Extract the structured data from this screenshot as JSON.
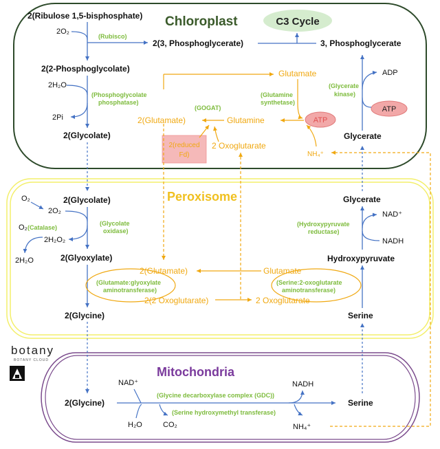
{
  "compartments": {
    "chloroplast": "Chloroplast",
    "c3_cycle": "C3 Cycle",
    "peroxisome": "Peroxisome",
    "mitochondria": "Mitochondria"
  },
  "logo": {
    "name": "botany",
    "sub": "BOTANY CLOUD"
  },
  "chloroplast": {
    "rubp": "2(Ribulose 1,5-bisphosphate)",
    "o2": "2O₂",
    "rubisco": "(Rubisco)",
    "pga2": "2(3, Phosphoglycerate)",
    "pga": "3, Phosphoglycerate",
    "p_glycolate": "2(2-Phosphoglycolate)",
    "h2o": "2H₂O",
    "pgp_1": "(Phosphoglycolate",
    "pgp_2": "phosphatase)",
    "pi": "2Pi",
    "glycolate": "2(Glycolate)",
    "glutamate_top": "Glutamate",
    "gs_1": "(Glutamine",
    "gs_2": "synthetase)",
    "gogat": "(GOGAT)",
    "glutamate2": "2(Glutamate)",
    "glutamine": "Glutamine",
    "atp1": "ATP",
    "fd_1": "2(reduced",
    "fd_2": "Fd)",
    "oxo": "2 Oxoglutarate",
    "nh4": "NH₄⁺",
    "gk_1": "(Glycerate",
    "gk_2": "kinase)",
    "adp": "ADP",
    "atp2": "ATP",
    "glycerate": "Glycerate"
  },
  "peroxisome": {
    "glycolate": "2(Glycolate)",
    "o2": "O₂",
    "o2b": "2O₂",
    "catalase": "(Catalase)",
    "o2c": "O₂",
    "h2o2": "2H₂O₂",
    "h2o": "2H₂O",
    "go_1": "(Glycolate",
    "go_2": "oxidase)",
    "glyoxylate": "2(Glyoxylate)",
    "glutamate2": "2(Glutamate)",
    "ggat_1": "(Glutamate:glyoxylate",
    "ggat_2": "aminotransferase)",
    "oxo2": "2(2 Oxoglutarate)",
    "glycine": "2(Glycine)",
    "glycerate": "Glycerate",
    "nad": "NAD⁺",
    "hpr_1": "(Hydroxypyruvate",
    "hpr_2": "reductase)",
    "nadh": "NADH",
    "hydroxypyruvate": "Hydroxypyruvate",
    "glutamate": "Glutamate",
    "sgat_1": "(Serine:2-oxoglutarate",
    "sgat_2": "aminotransferase)",
    "oxo": "2 Oxoglutarate",
    "serine": "Serine"
  },
  "mitochondria": {
    "glycine": "2(Glycine)",
    "nad": "NAD⁺",
    "gdc": "(Glycine decarboxylase complex (GDC))",
    "nadh": "NADH",
    "serine": "Serine",
    "shmt": "(Serine hydroxymethyl transferase)",
    "h2o": "H₂O",
    "co2": "CO₂",
    "nh4": "NH₄⁺"
  }
}
